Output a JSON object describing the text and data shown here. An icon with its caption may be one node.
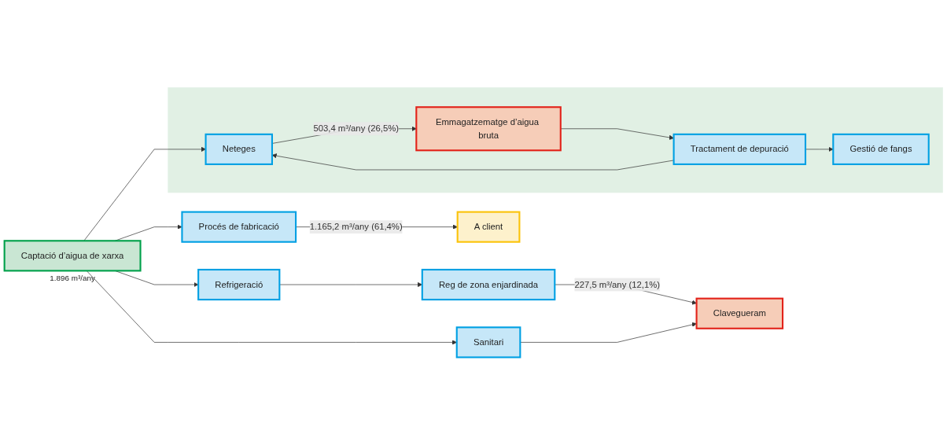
{
  "diagram": {
    "nodes": [
      {
        "text": [
          "Captació d’aigua de xarxa"
        ],
        "beside": [
          "1.896 m³/any"
        ]
      },
      {
        "text": [
          "Refrigeració"
        ]
      },
      {
        "text": [
          "Reg de zona enjardinada"
        ]
      },
      {
        "text": [
          "Sanitari"
        ]
      },
      {
        "text": [
          "Procés de fabricació"
        ]
      },
      {
        "text": [
          "Clavegueram"
        ]
      },
      {
        "text": [
          "A client"
        ]
      },
      {
        "text": [],
        "shape": "box"
      },
      {
        "text": [
          "Neteges"
        ],
        "in": 7
      },
      {
        "text": [
          "Emmagatzematge d’aigua bruta"
        ],
        "in": 7
      },
      {
        "text": [
          "Tractament de depuració"
        ],
        "in": 7
      },
      {
        "text": [
          "Gestió de fangs"
        ],
        "in": 7
      }
    ],
    "edges": [
      {
        "from": 0,
        "to": 1,
        "arrow": "to"
      },
      {
        "from": 0,
        "to": 3,
        "arrow": "to"
      },
      {
        "from": 0,
        "to": 4,
        "arrow": "to"
      },
      {
        "from": 0,
        "to": 8,
        "arrow": "to"
      },
      {
        "from": 1,
        "to": 2,
        "arrow": "to"
      },
      {
        "from": 2,
        "to": 5,
        "arrow": "to",
        "label": "227,5 m³/any (12,1%)"
      },
      {
        "from": 3,
        "to": 5,
        "arrow": "to"
      },
      {
        "from": 4,
        "to": 6,
        "arrow": "to",
        "label": "1.165,2 m³/any (61,4%)"
      },
      {
        "from": 8,
        "to": 9,
        "arrow": "to",
        "label": "503,4 m³/any (26,5%)"
      },
      {
        "from": 9,
        "to": 10,
        "arrow": "to"
      },
      {
        "from": 10,
        "to": 8,
        "arrow": "to"
      },
      {
        "from": 10,
        "to": 11,
        "arrow": "to"
      }
    ]
  }
}
